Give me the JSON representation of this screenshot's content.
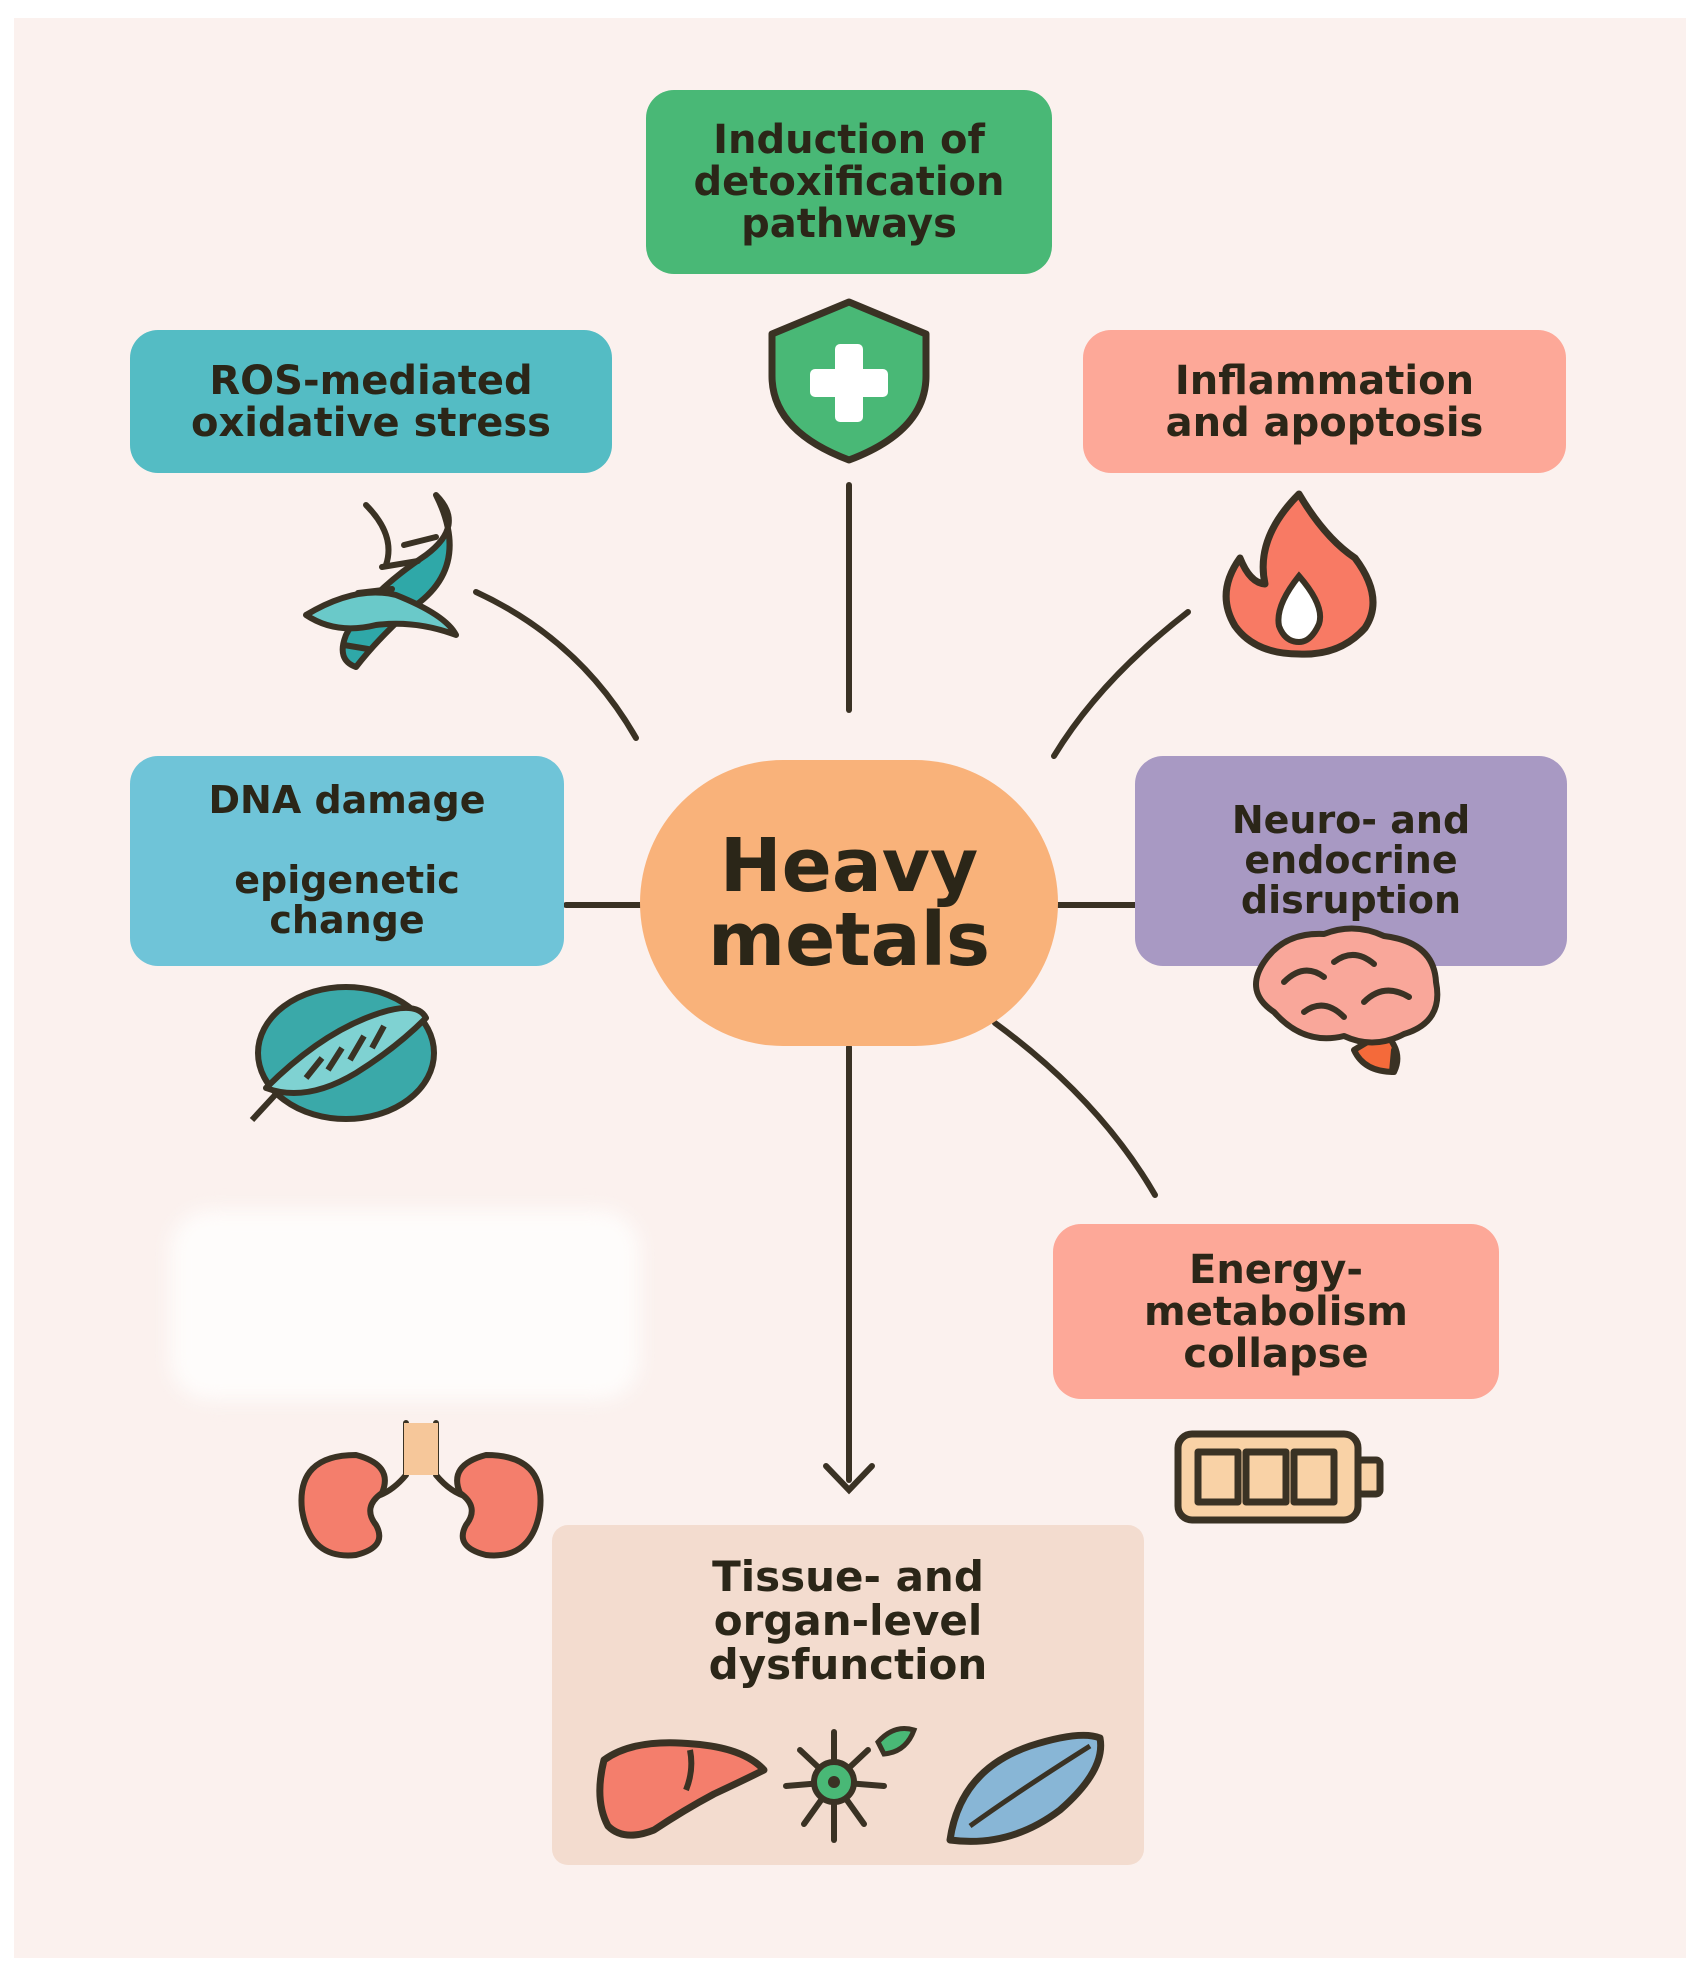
{
  "colors": {
    "background": "#fbf1ee",
    "green": "#49b876",
    "teal": "#54bcc4",
    "blue": "#6fc4d8",
    "salmon": "#fda898",
    "purple": "#a899c3",
    "peach": "#f3dccf",
    "hub": "#f9b27a",
    "line": "#3a3224"
  },
  "hub": {
    "label": "Heavy\nmetals"
  },
  "nodes": {
    "detox": {
      "label": "Induction of\ndetoxification\npathways",
      "icon": "shield-plus-icon"
    },
    "ros": {
      "label": "ROS-mediated\noxidative stress",
      "icon": "dna-helix-icon"
    },
    "inflammation": {
      "label": "Inflammation\nand apoptosis",
      "icon": "flame-icon"
    },
    "dna": {
      "label": "DNA damage\n\nepigenetic\nchange",
      "icon": "dna-globe-icon"
    },
    "neuro": {
      "label": "Neuro- and\nendocrine\ndisruption",
      "icon": "brain-icon"
    },
    "energy": {
      "label": "Energy-\nmetabolism\ncollapse",
      "icon": "battery-icon"
    },
    "tissue": {
      "label": "Tissue- and\norgan-level\ndysfunction",
      "icons": [
        "liver-icon",
        "neuron-icon",
        "muscle-icon"
      ]
    },
    "kidney": {
      "icon": "kidneys-icon"
    }
  }
}
